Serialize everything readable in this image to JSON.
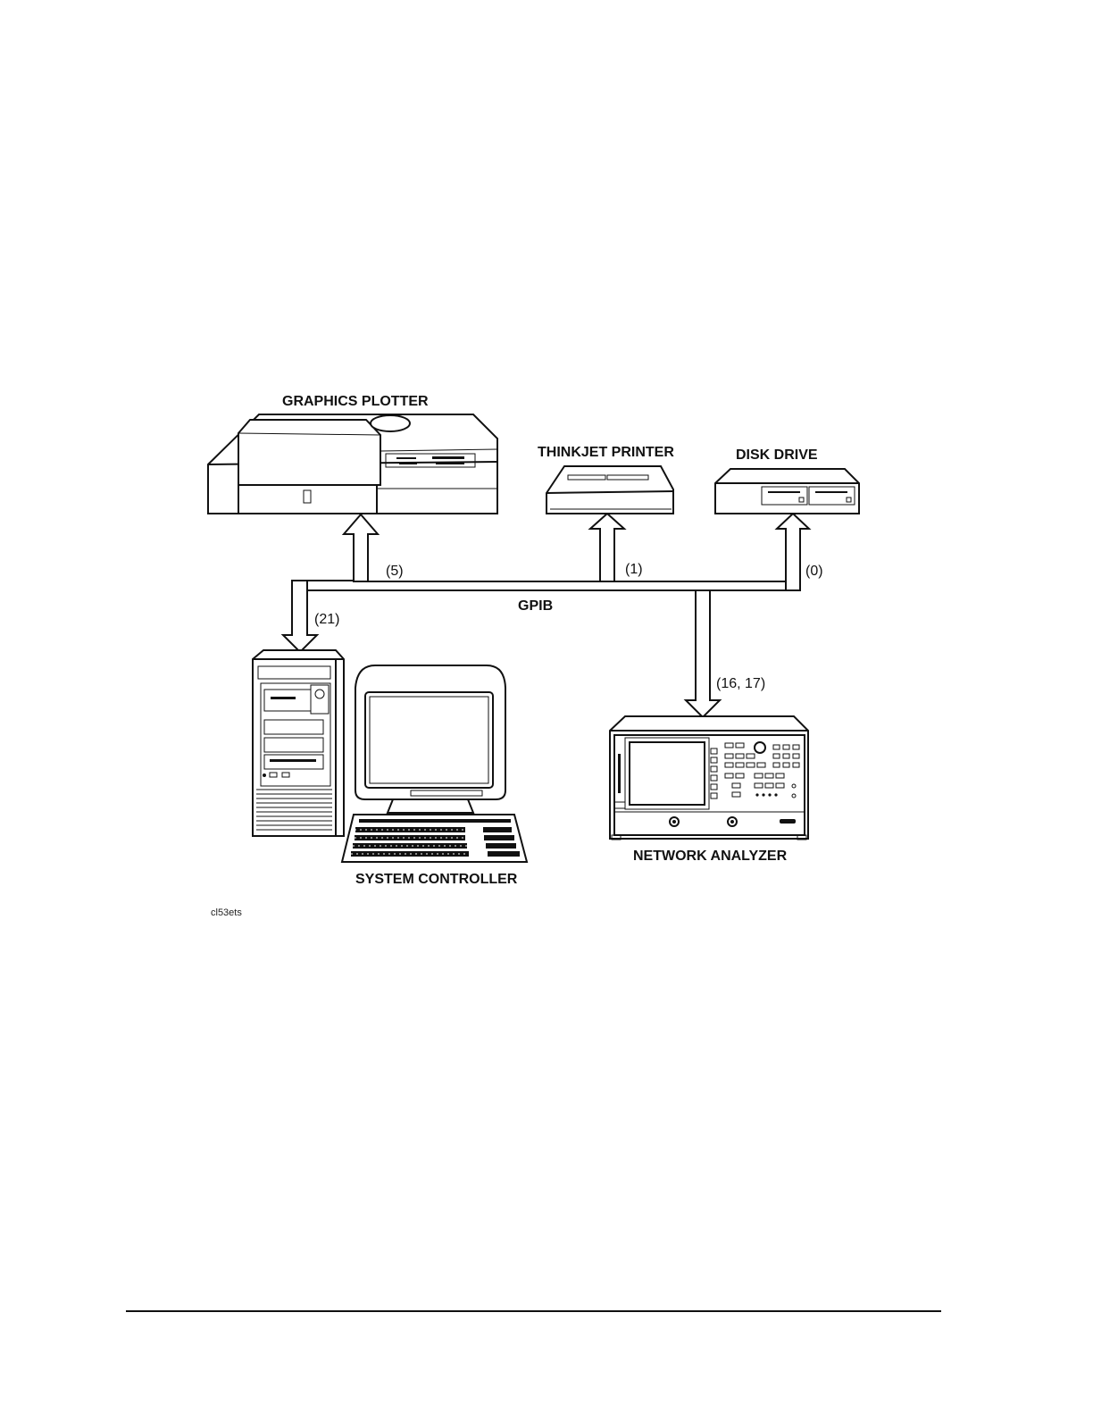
{
  "devices": {
    "plotter": "GRAPHICS PLOTTER",
    "printer": "THINKJET PRINTER",
    "disk": "DISK DRIVE",
    "controller": "SYSTEM CONTROLLER",
    "analyzer": "NETWORK ANALYZER"
  },
  "bus": {
    "name": "GPIB",
    "addresses": {
      "plotter": "(5)",
      "printer": "(1)",
      "disk": "(0)",
      "controller": "(21)",
      "analyzer": "(16, 17)"
    }
  },
  "figure_id": "cl53ets"
}
